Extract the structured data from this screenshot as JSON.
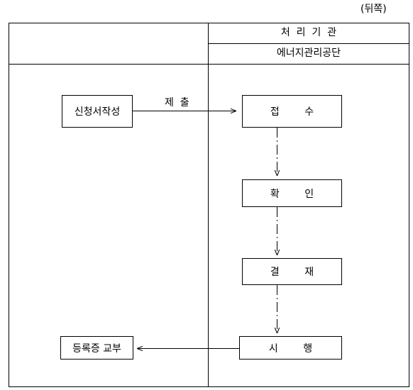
{
  "page_note": "(뒤쪽)",
  "header": {
    "agency_label": "처  리  기  관",
    "agency_name": "에너지관리공단"
  },
  "applicant_flow": {
    "write_application": "신청서작성",
    "receive_certificate": "등록증 교부"
  },
  "submit_label": "제  출",
  "agency_flow": {
    "receipt": "접        수",
    "confirm": "확        인",
    "approval": "결        재",
    "execution": "시        행"
  }
}
